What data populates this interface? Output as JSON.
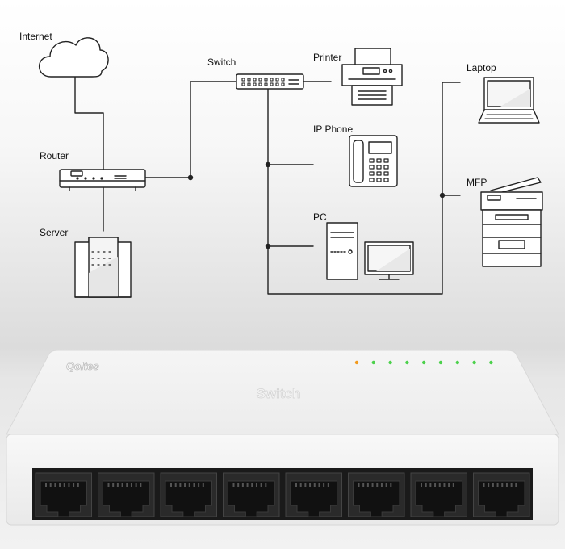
{
  "labels": {
    "internet": "Internet",
    "router": "Router",
    "server": "Server",
    "switch": "Switch",
    "printer": "Printer",
    "ip_phone": "IP Phone",
    "pc": "PC",
    "laptop": "Laptop",
    "mfp": "MFP"
  },
  "product": {
    "brand": "Qoltec",
    "name": "Switch",
    "port_count": 8,
    "led_colors": [
      "#f29a1e",
      "#4cd14c",
      "#4cd14c",
      "#4cd14c",
      "#4cd14c",
      "#4cd14c",
      "#4cd14c",
      "#4cd14c",
      "#4cd14c"
    ]
  },
  "colors": {
    "line": "#222222",
    "device_fill": "#ffffff",
    "device_stroke": "#333333"
  }
}
